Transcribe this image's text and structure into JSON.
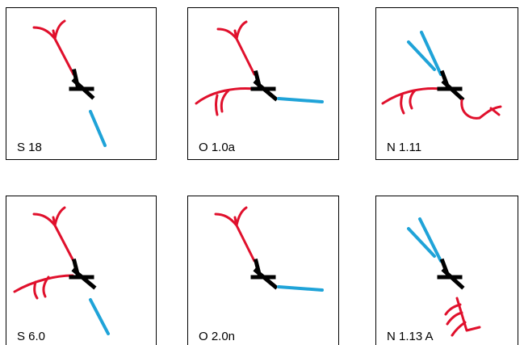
{
  "panels": [
    {
      "label": "S 18"
    },
    {
      "label": "O 1.0a"
    },
    {
      "label": "N 1.11"
    },
    {
      "label": "S 6.0"
    },
    {
      "label": "O 2.0n"
    },
    {
      "label": "N 1.13 A"
    }
  ],
  "colors": {
    "red": "#e0102c",
    "blue": "#1fa3d8",
    "black": "#000000"
  }
}
